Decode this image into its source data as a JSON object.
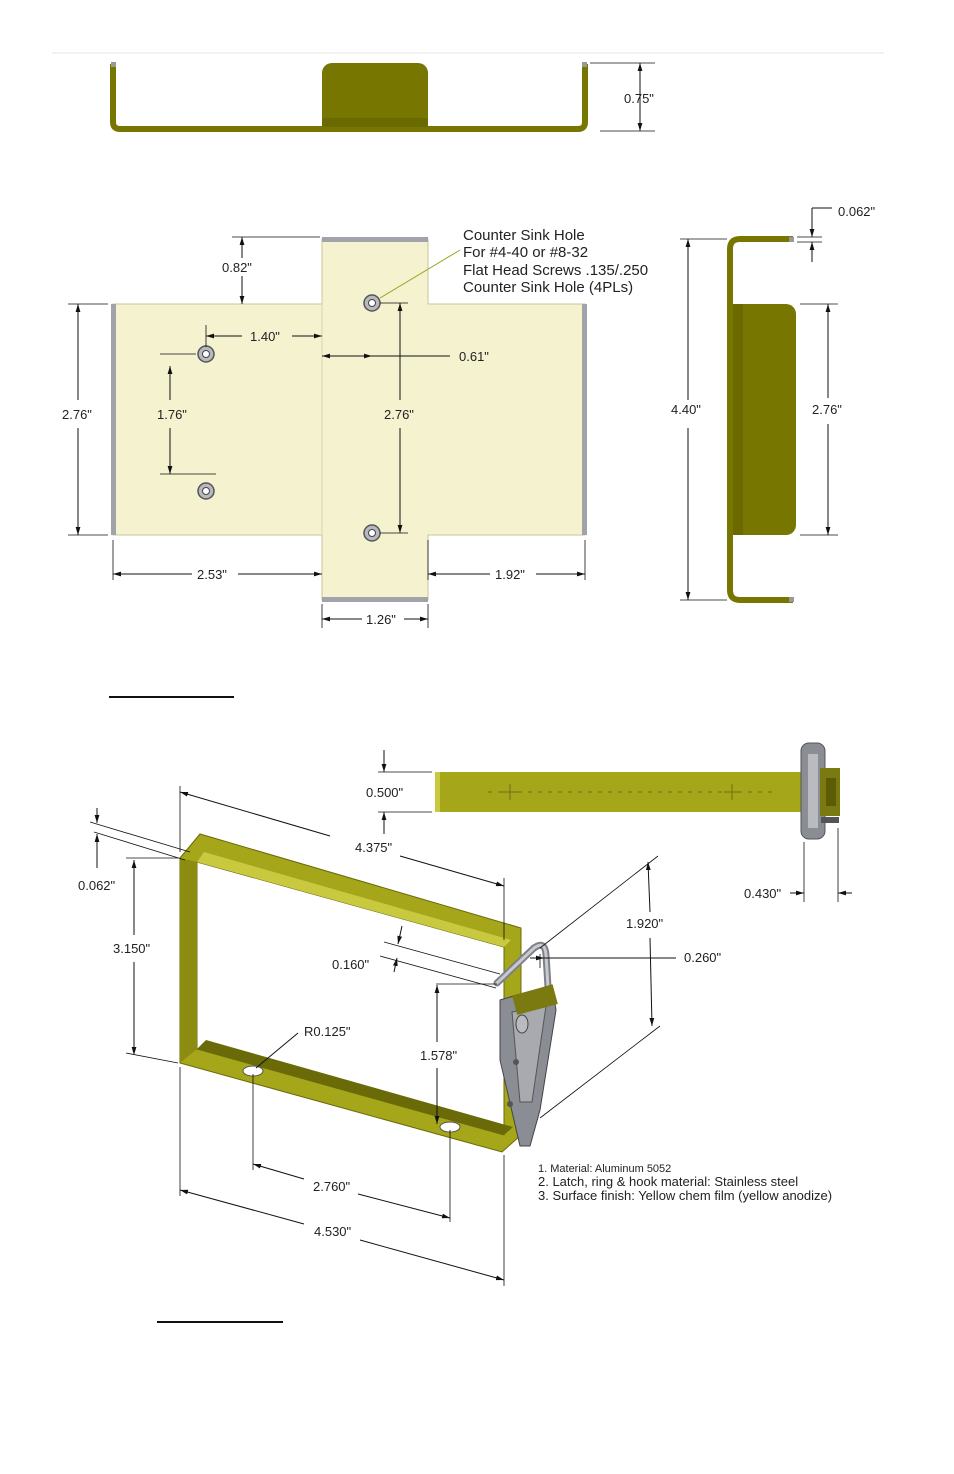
{
  "colors": {
    "bracket_dark": "#767600",
    "bracket_edge": "#5b5b00",
    "plate_fill": "#f4f2cf",
    "ring_fill": "#a6a61a",
    "ring_dark": "#5c5c07",
    "latch_metal": "#8a8d94",
    "dimension_line": "#111111",
    "leader": "#9aa520"
  },
  "bracket": {
    "top_view": {
      "height_dim": "0.75\""
    },
    "plan_view": {
      "callout": [
        "Counter Sink Hole",
        "For #4-40 or #8-32",
        "Flat Head Screws .135/.250",
        "Counter Sink Hole (4PLs)"
      ],
      "dims": {
        "tab_top": "0.82\"",
        "left_hole_offset": "1.40\"",
        "center_offset": "0.61\"",
        "overall_height": "2.76\"",
        "left_hole_spacing": "1.76\"",
        "center_hole_spacing": "2.76\"",
        "left_width": "2.53\"",
        "right_width": "1.92\"",
        "tab_width": "1.26\""
      }
    },
    "side_view": {
      "thickness": "0.062\"",
      "overall_length": "4.40\"",
      "body_length": "2.76\""
    }
  },
  "ring": {
    "top_view": {
      "width": "0.500\"",
      "latch_depth": "0.430\""
    },
    "iso_view": {
      "dims": {
        "length": "4.375\"",
        "thickness": "0.062\"",
        "height": "3.150\"",
        "latch_span": "1.920\"",
        "slot_width": "0.160\"",
        "latch_offset": "0.260\"",
        "hole_radius": "R0.125\"",
        "hole_height": "1.578\"",
        "hole_spacing": "2.760\"",
        "overall_width": "4.530\""
      },
      "notes": [
        "1. Material: Aluminum 5052",
        "2. Latch, ring & hook material: Stainless steel",
        "3. Surface finish: Yellow chem film (yellow anodize)"
      ]
    }
  }
}
